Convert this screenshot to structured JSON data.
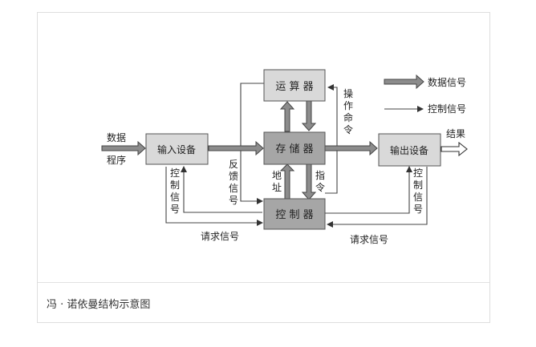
{
  "diagram": {
    "nodes": {
      "alu": "运 算 器",
      "input_device": "输入设备",
      "memory": "存 储 器",
      "output_device": "输出设备",
      "controller": "控 制 器"
    },
    "labels": {
      "data_program_line1": "数据",
      "data_program_line2": "程序",
      "result": "结果",
      "op_cmd": [
        "操",
        "作",
        "命",
        "令"
      ],
      "feedback": [
        "反",
        "馈",
        "信",
        "号"
      ],
      "address": [
        "地",
        "址"
      ],
      "instruction": [
        "指",
        "令"
      ],
      "ctrl_left": [
        "控",
        "制",
        "信",
        "号"
      ],
      "ctrl_right": [
        "控",
        "制",
        "信",
        "号"
      ],
      "request_left": "请求信号",
      "request_right": "请求信号"
    },
    "legend": {
      "data_signal": "数据信号",
      "control_signal": "控制信号"
    }
  },
  "caption": "冯 · 诺依曼结构示意图",
  "colors": {
    "box_light": "#d9d9d9",
    "box_dark": "#a6a6a6",
    "line": "#444444",
    "data_arrow_fill": "#8c8c8c"
  }
}
